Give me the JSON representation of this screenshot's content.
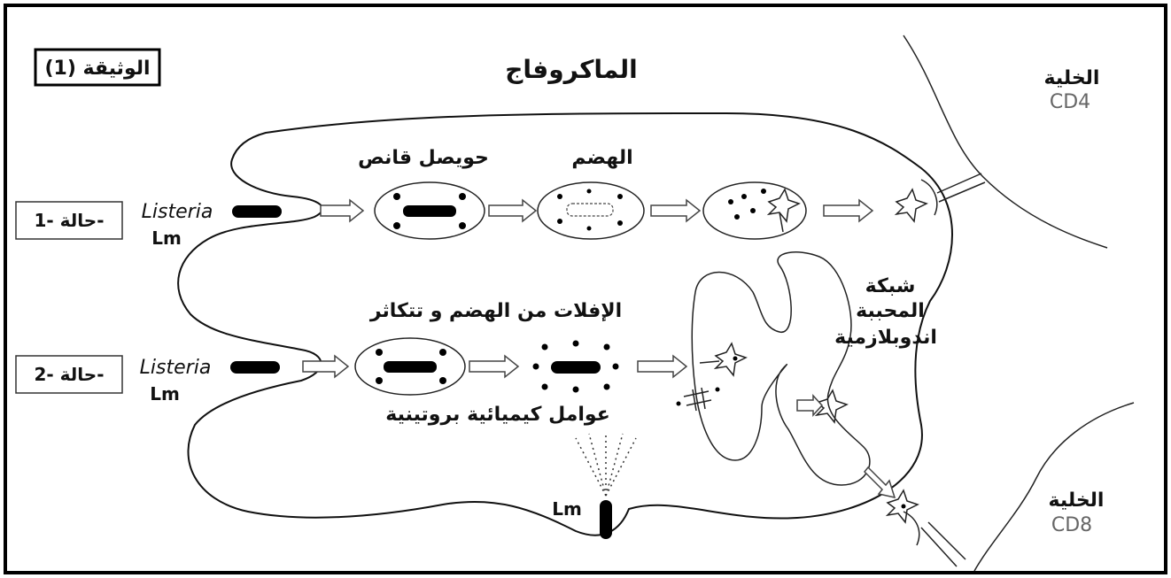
{
  "document_label": "الوثيقة (1)",
  "title": "الماكروفاج",
  "cell_cd4": {
    "label": "الخلية",
    "marker": "CD4"
  },
  "cell_cd8": {
    "label": "الخلية",
    "marker": "CD8"
  },
  "case1": {
    "label": "حالة -1-",
    "bacterium_name": "Listeria",
    "bacterium_abbr": "Lm",
    "stage_vesicle": "حويصل قانص",
    "stage_digestion": "الهضم"
  },
  "case2": {
    "label": "حالة -2-",
    "bacterium_name": "Listeria",
    "bacterium_abbr": "Lm",
    "escape_text": "الإفلات من الهضم و تتكاثر",
    "factors_text": "عوامل كيميائية بروتينية"
  },
  "er_label": [
    "شبكة",
    "المحببة",
    "اندوبلازمية"
  ],
  "secreting_lm": "Lm"
}
